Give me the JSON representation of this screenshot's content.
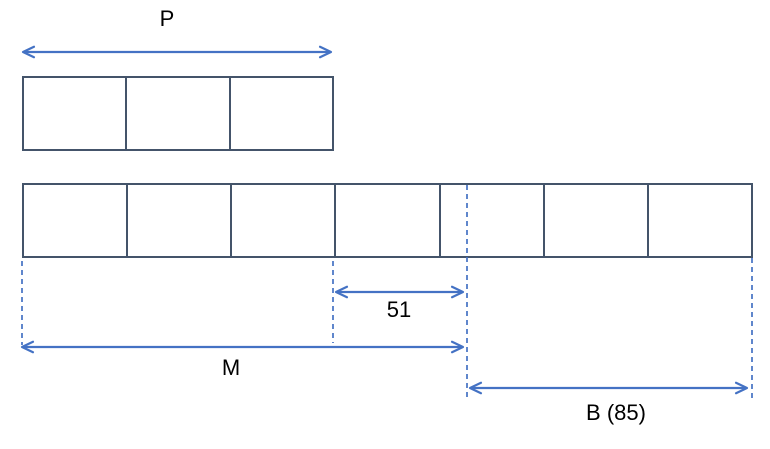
{
  "diagram": {
    "labels": {
      "p": "P",
      "overlap": "51",
      "m": "M",
      "b": "B (85)"
    },
    "bars": {
      "top": {
        "cells": 3
      },
      "bottom": {
        "cells": 7
      }
    },
    "colors": {
      "arrow": "#4472C4",
      "dashed": "#4472C4",
      "bar_border": "#44546A",
      "label_text": "#000000"
    }
  }
}
